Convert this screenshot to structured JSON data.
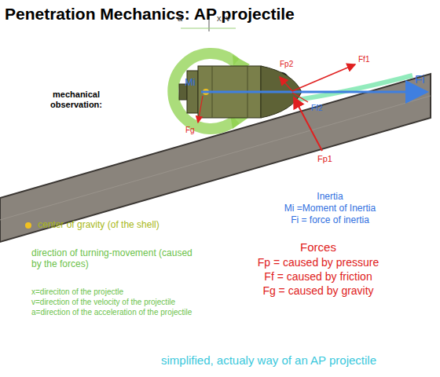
{
  "diagram": {
    "title": "Penetration Mechanics: AP projectile",
    "caption": "simplified, actualy way of an AP projectile",
    "labels": [
      "mechanical observation:",
      "a",
      "x, v",
      "Mi",
      "Fg",
      "Fp2",
      "Ff1",
      "Ff2",
      "Fp1",
      "Fi",
      "Inertia",
      "Mi =Moment of Inertia",
      "Fi = force of inertia",
      "Forces",
      "Fp = caused by pressure",
      "Ff = caused by friction",
      "Fg = caused by gravity",
      "direction of turning-movement (caused by the forces)",
      "x=direciton of the projectle",
      "v=direction of the velocity of the projectile",
      "a=direction of the acceleration of the projectile"
    ],
    "legend": [
      {
        "text": "center of gravity (of the shell)",
        "color": "#f0c020"
      }
    ]
  }
}
